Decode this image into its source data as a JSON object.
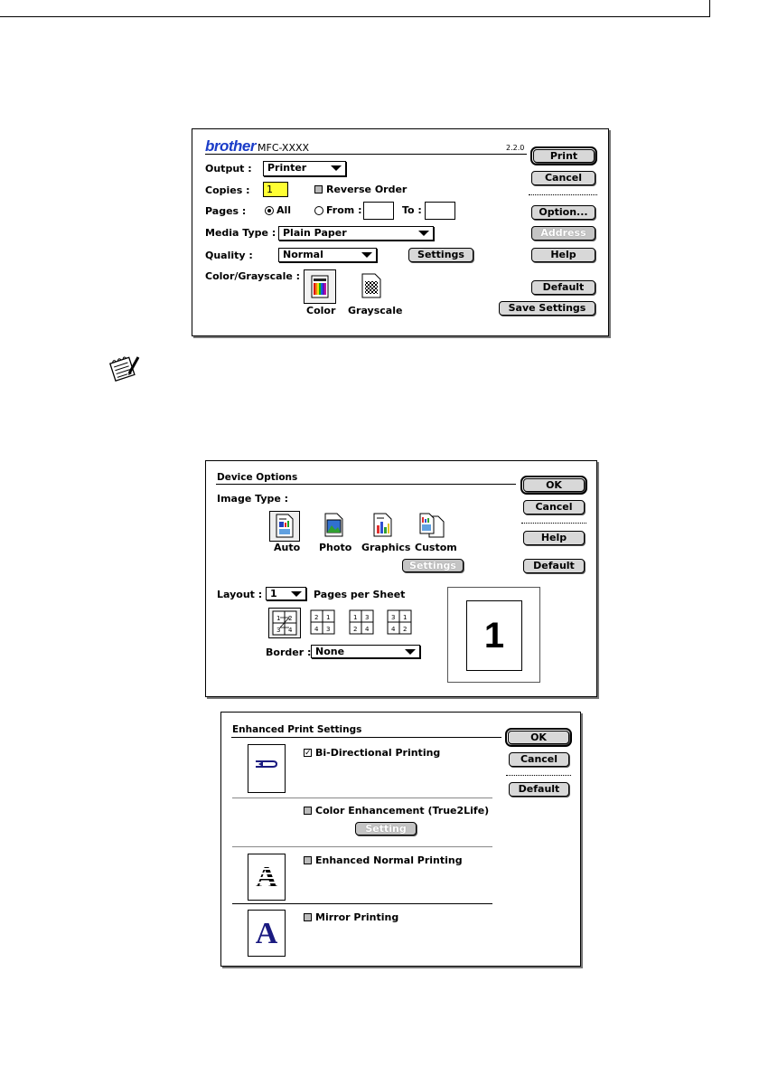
{
  "print_dialog": {
    "brand": "brother",
    "model": "MFC-XXXX",
    "version": "2.2.0",
    "output_label": "Output :",
    "output_value": "Printer",
    "copies_label": "Copies :",
    "copies_value": "1",
    "reverse_order_label": "Reverse Order",
    "reverse_order_checked": false,
    "pages_label": "Pages :",
    "all_label": "All",
    "all_selected": true,
    "from_label": "From :",
    "from_value": "",
    "to_label": "To :",
    "to_value": "",
    "media_type_label": "Media Type :",
    "media_type_value": "Plain Paper",
    "quality_label": "Quality :",
    "quality_value": "Normal",
    "settings_button": "Settings",
    "color_grayscale_label": "Color/Grayscale :",
    "color_label": "Color",
    "grayscale_label": "Grayscale",
    "selected_mode": "Color",
    "buttons": {
      "print": "Print",
      "cancel": "Cancel",
      "option": "Option...",
      "address": "Address",
      "help": "Help",
      "default": "Default",
      "save_settings": "Save Settings"
    }
  },
  "device_options": {
    "title": "Device Options",
    "image_type_label": "Image Type :",
    "image_types": [
      "Auto",
      "Photo",
      "Graphics",
      "Custom"
    ],
    "selected_image_type": "Auto",
    "settings_button": "Settings",
    "layout_label": "Layout :",
    "layout_value": "1",
    "pages_per_sheet_label": "Pages per Sheet",
    "border_label": "Border :",
    "border_value": "None",
    "preview_page_number": "1",
    "buttons": {
      "ok": "OK",
      "cancel": "Cancel",
      "help": "Help",
      "default": "Default"
    }
  },
  "enhanced_print": {
    "title": "Enhanced Print Settings",
    "bidirectional_label": "Bi-Directional Printing",
    "bidirectional_checked": true,
    "color_enhancement_label": "Color Enhancement (True2Life)",
    "color_enhancement_checked": false,
    "setting_button": "Setting",
    "enhanced_normal_label": "Enhanced Normal Printing",
    "enhanced_normal_checked": false,
    "mirror_label": "Mirror Printing",
    "mirror_checked": false,
    "sample_glyph": "A",
    "buttons": {
      "ok": "OK",
      "cancel": "Cancel",
      "default": "Default"
    }
  },
  "colors": {
    "brand_blue": "#1a3cc8",
    "copies_highlight": "#ffff33",
    "button_face": "#d8d8d8",
    "glyph_navy": "#1a1a80"
  }
}
